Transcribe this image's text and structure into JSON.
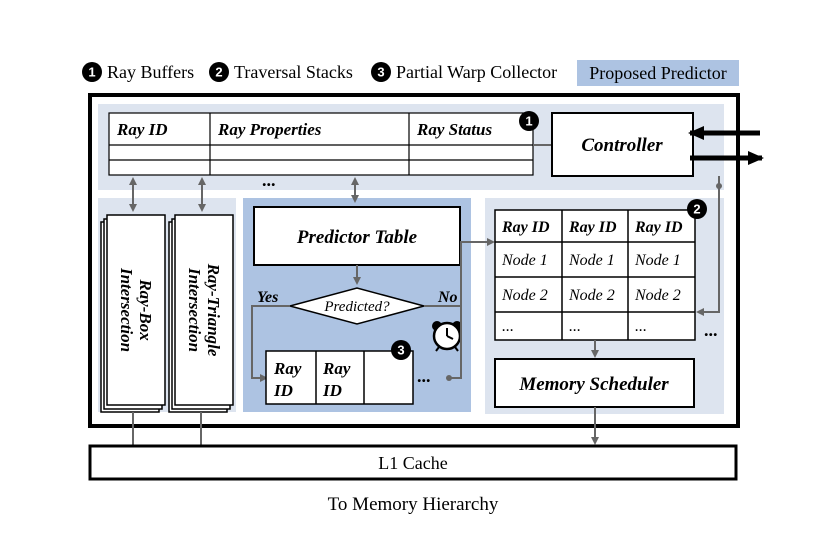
{
  "legend": {
    "ray_buffers": "Ray Buffers",
    "traversal_stacks": "Traversal Stacks",
    "partial_warp_collector": "Partial Warp Collector",
    "proposed_predictor": "Proposed Predictor"
  },
  "badges": [
    "1",
    "2",
    "3"
  ],
  "ray_buffer": {
    "headers": [
      "Ray ID",
      "Ray Properties",
      "Ray Status"
    ],
    "ellipsis": "..."
  },
  "controller": {
    "label": "Controller"
  },
  "ray_box": {
    "line1": "Ray-Box",
    "line2": "Intersection"
  },
  "ray_triangle": {
    "line1": "Ray-Triangle",
    "line2": "Intersection"
  },
  "predictor_table": {
    "label": "Predictor Table"
  },
  "decision": {
    "label": "Predicted?",
    "yes": "Yes",
    "no": "No"
  },
  "warp_collector": {
    "cells": [
      {
        "line1": "Ray",
        "line2": "ID"
      },
      {
        "line1": "Ray",
        "line2": "ID"
      }
    ],
    "ellipsis": "..."
  },
  "traversal_stack": {
    "headers": [
      "Ray ID",
      "Ray ID",
      "Ray ID"
    ],
    "rows": [
      [
        "Node 1",
        "Node 1",
        "Node 1"
      ],
      [
        "Node 2",
        "Node 2",
        "Node 2"
      ],
      [
        "...",
        "...",
        "..."
      ]
    ],
    "side_ellipsis": "..."
  },
  "memory_scheduler": {
    "label": "Memory Scheduler"
  },
  "l1_cache": {
    "label": "L1 Cache"
  },
  "caption": "To Memory Hierarchy",
  "colors": {
    "predictor_fill": "#adc3e2",
    "light_panel": "#dde4ef",
    "arrow": "#666666",
    "border": "#000000"
  }
}
